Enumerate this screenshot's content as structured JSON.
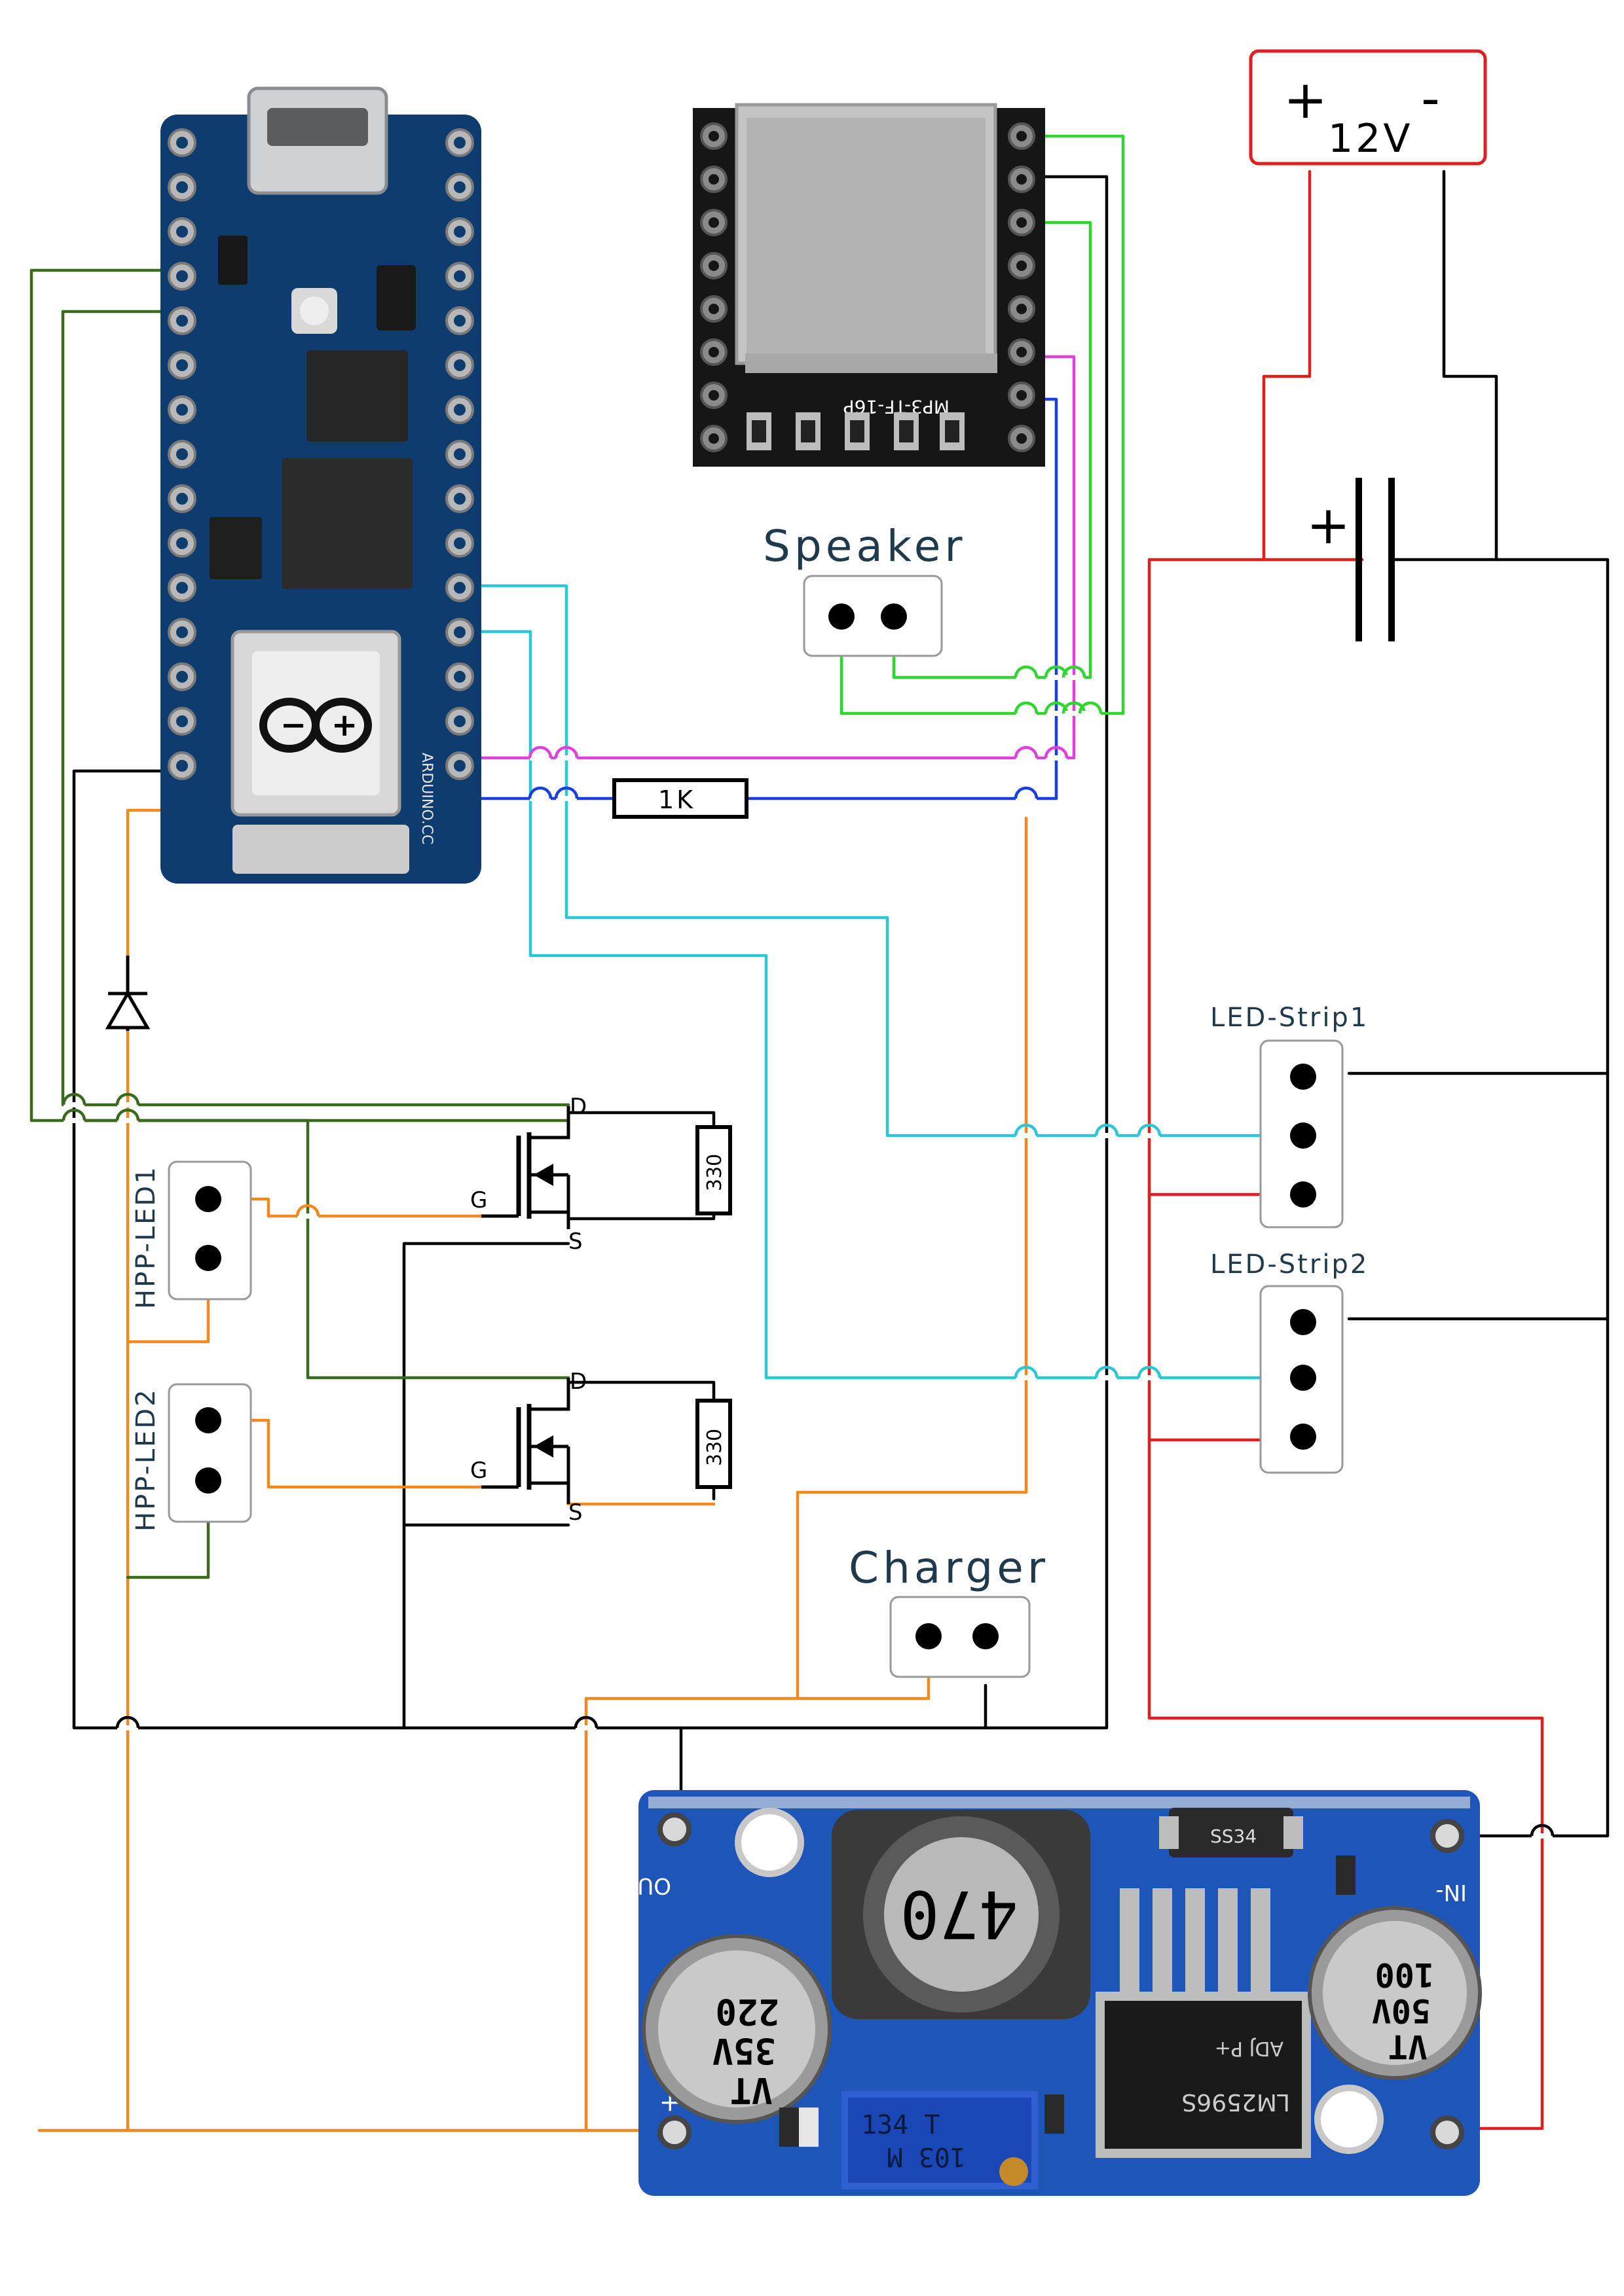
{
  "colors": {
    "black": "#000000",
    "green": "#2fd62f",
    "dark_green": "#3a6b1c",
    "cyan": "#2cc7d6",
    "magenta": "#e040e0",
    "blue": "#1a3fe0",
    "orange": "#f08a1e",
    "red": "#e0201e",
    "board_blue": "#0f3c6e",
    "buck_blue": "#1d55b8",
    "mp3_black": "#161616"
  },
  "power_source": {
    "plus": "+",
    "voltage": "12V",
    "minus": "-"
  },
  "capacitor": {
    "plus": "+"
  },
  "arduino": {
    "logo_symbols": [
      "−",
      "+"
    ],
    "side_text": "ARDUINO.CC"
  },
  "mp3_module": {
    "silk_text": "MP3-TF-16P"
  },
  "resistor_1k": {
    "label": "1K"
  },
  "resistor_330_1": {
    "label": "330"
  },
  "resistor_330_2": {
    "label": "330"
  },
  "connectors": {
    "speaker": "Speaker",
    "charger": "Charger",
    "led_strip1": "LED-Strip1",
    "led_strip2": "LED-Strip2",
    "hpp_led1": "HPP-LED1",
    "hpp_led2": "HPP-LED2"
  },
  "mosfet1": {
    "drain": "D",
    "gate": "G",
    "source": "S"
  },
  "mosfet2": {
    "drain": "D",
    "gate": "G",
    "source": "S"
  },
  "buck_converter": {
    "out_minus": "OUT-",
    "in_minus": "IN-",
    "plus_out": "+",
    "cap_left": [
      "220",
      "35V",
      "VT"
    ],
    "cap_right": [
      "100",
      "50V",
      "VT"
    ],
    "inductor": "470",
    "ic_lines": [
      "LM2596S",
      "ADJ P+"
    ],
    "diode": "SS34",
    "pot": [
      "134 T",
      "103 M"
    ]
  }
}
